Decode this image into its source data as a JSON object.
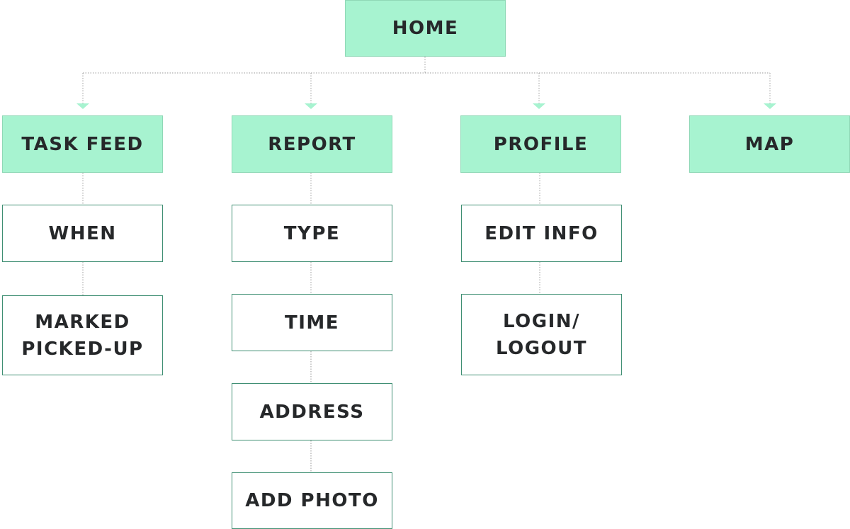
{
  "colors": {
    "primary_fill": "#a7f3d0",
    "secondary_border": "#3f8f73",
    "text": "#26282a",
    "connector": "#999999",
    "arrow": "#a7f3d0"
  },
  "root": {
    "label": "HOME"
  },
  "branches": [
    {
      "label": "TASK FEED",
      "children": [
        {
          "lines": [
            "WHEN"
          ]
        },
        {
          "lines": [
            "MARKED",
            "PICKED-UP"
          ]
        }
      ]
    },
    {
      "label": "REPORT",
      "children": [
        {
          "lines": [
            "TYPE"
          ]
        },
        {
          "lines": [
            "TIME"
          ]
        },
        {
          "lines": [
            "ADDRESS"
          ]
        },
        {
          "lines": [
            "ADD PHOTO"
          ]
        }
      ]
    },
    {
      "label": "PROFILE",
      "children": [
        {
          "lines": [
            "EDIT INFO"
          ]
        },
        {
          "lines": [
            "LOGIN/",
            "LOGOUT"
          ]
        }
      ]
    },
    {
      "label": "MAP",
      "children": []
    }
  ]
}
